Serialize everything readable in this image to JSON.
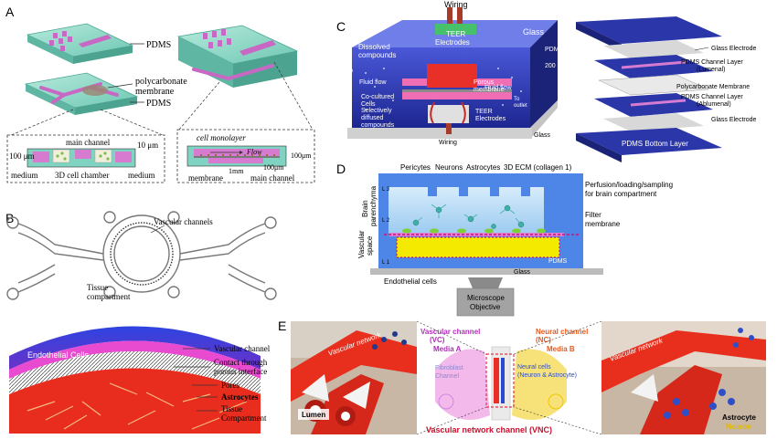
{
  "panels": {
    "A": {
      "letter": "A",
      "pdms_top": "PDMS",
      "membrane": "polycarbonate",
      "membrane2": "membrane",
      "pdms_bottom": "PDMS",
      "main_channel": "main channel",
      "dim_10": "10 μm",
      "dim_100_left": "100 μm",
      "medium_left": "medium",
      "chamber": "3D cell chamber",
      "medium_right": "medium",
      "cell_monolayer": "cell monolayer",
      "flow": "Flow",
      "dim_100_right": "100μm",
      "dim_100_lower": "100μm",
      "dim_1mm": "1mm",
      "membrane_lower": "membrane",
      "main_channel_lower": "main channel"
    },
    "B": {
      "letter": "B",
      "vascular_channels": "Vascular channels",
      "tissue_compartment": "Tissue",
      "tissue_compartment2": "compartment",
      "endothelial": "Endothelial Cells",
      "vascular_channel": "Vascular channel",
      "contact": "Contact through",
      "contact2": "porous interface",
      "pores": "Pores",
      "astrocytes": "Astrocytes",
      "tissue_comp": "Tissue",
      "tissue_comp2": "Compartment"
    },
    "C": {
      "letter": "C",
      "wiring_top": "Wiring",
      "teer_top": "TEER",
      "teer_top2": "Electrodes",
      "glass_top": "Glass",
      "pdms": "PDMS",
      "dim_200": "200 μm",
      "dissolved": "Dissolved",
      "dissolved2": "compounds",
      "from_inlet": "From",
      "from_inlet2": "inlet",
      "fluid_flow_left": "Fluid flow",
      "fluid_flow_right": "Fluid flow",
      "co_cultured": "Co-cultured",
      "co_cultured2": "Cells",
      "porous": "Porous",
      "porous2": "membrane",
      "to_outlet": "To",
      "to_outlet2": "outlet",
      "selective": "Selectively",
      "selective2": "diffused",
      "selective3": "compounds",
      "teer_bottom": "TEER",
      "teer_bottom2": "Electrodes",
      "wiring_bottom": "Wiring",
      "glass_bottom": "Glass",
      "top_layer": "PDMS Top Layer",
      "glass_electrode_top": "Glass Electrode",
      "channel_lumenal": "PDMS Channel Layer",
      "channel_lumenal2": "(Lumenal)",
      "polycarbonate": "Polycarbonate Membrane",
      "channel_ablumenal": "PDMS Channel Layer",
      "channel_ablumenal2": "(Ablumenal)",
      "glass_electrode_bottom": "Glass Electrode",
      "bottom_layer": "PDMS Bottom Layer"
    },
    "D": {
      "letter": "D",
      "pericytes": "Pericytes",
      "neurons": "Neurons",
      "astrocytes": "Astrocytes",
      "ecm": "3D ECM (collagen 1)",
      "perfusion": "Perfusion/loading/sampling",
      "perfusion2": "for brain compartment",
      "filter": "Filter",
      "filter2": "membrane",
      "brain": "Brain",
      "brain2": "parenchyma",
      "vascular": "Vascular",
      "vascular2": "space",
      "l3": "L 3",
      "l2": "L 2",
      "l1": "L 1",
      "pdms": "PDMS",
      "glass": "Glass",
      "endothelial": "Endothelial cells",
      "microscope": "Microscope",
      "microscope2": "Objective"
    },
    "E": {
      "letter": "E",
      "vascular_network_left": "Vascular network",
      "lumen": "Lumen",
      "vc": "Vascular channel",
      "vc2": "(VC)",
      "media_a": "Media A",
      "fibroblast": "Fibroblast",
      "fibroblast2": "Channel",
      "nc": "Neural channel",
      "nc2": "(NC)",
      "media_b": "Media B",
      "neural_cells": "Neural cells",
      "neural_cells2": "(Neuron & Astrocyte)",
      "vnc": "Vascular network channel (VNC)",
      "vascular_network_right": "Vascular network",
      "astrocyte": "Astrocyte",
      "neuron": "Neuron"
    }
  },
  "colors": {
    "pdms_green": "#7fd3c0",
    "channel_pink": "#d77bd1",
    "chip_blue": "#2b36a8",
    "cell_red": "#e83028",
    "flow_pink": "#f06eb4",
    "yellow": "#f2e600",
    "vc_purple": "#b02fb8",
    "nc_orange": "#e8581a",
    "neuron_yellow": "#e0b800"
  }
}
